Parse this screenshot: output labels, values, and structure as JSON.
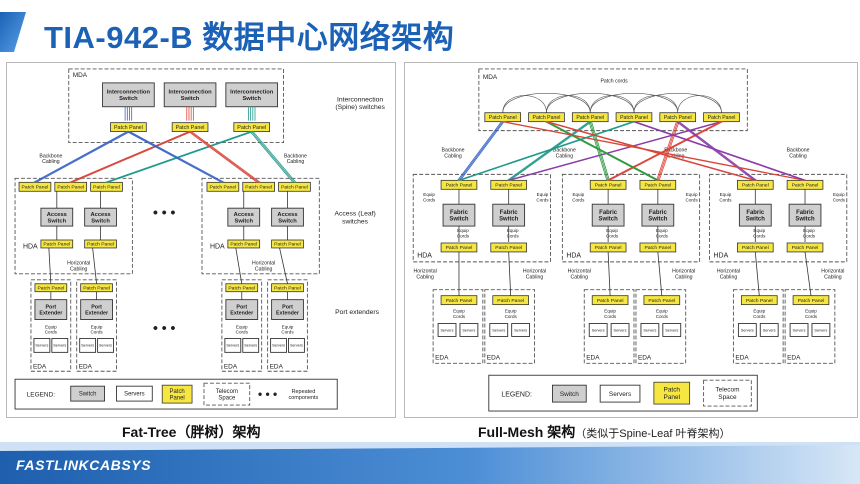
{
  "title": "TIA-942-B 数据中心网络架构",
  "brand": "FASTLINKCABSYS",
  "left": {
    "caption_main": "Fat-Tree（胖树）架构",
    "mda": "MDA",
    "hda": "HDA",
    "eda": "EDA",
    "interconnection_switch": "Interconnection\nSwitch",
    "patch_panel": "Patch Panel",
    "access_switch": "Access\nSwitch",
    "port_extender": "Port\nExtender",
    "equip_cords": "Equip\nCords",
    "servers": "Servers",
    "backbone_cabling": "Backbone\nCabling",
    "horizontal_cabling": "Horizontal\nCabling",
    "ellipsis": "• • •",
    "tier_spine": "Interconnection\n(Spine) switches",
    "tier_leaf": "Access (Leaf)\nswitches",
    "tier_port": "Port extenders",
    "legend": {
      "title": "LEGEND:",
      "switch": "Switch",
      "servers": "Servers",
      "patch_panel": "Patch\nPanel",
      "telecom_space": "Telecom\nSpace",
      "repeated": "Repeated\ncomponents",
      "dots": "• • •"
    }
  },
  "right": {
    "caption_main": "Full-Mesh 架构",
    "caption_sub": "（类似于Spine-Leaf 叶脊架构）",
    "mda": "MDA",
    "hda": "HDA",
    "eda": "EDA",
    "patch_cords": "Patch cords",
    "patch_panel": "Patch Panel",
    "fabric_switch": "Fabric\nSwitch",
    "equip_cords": "Equip\nCords",
    "servers": "Servers",
    "backbone_cabling": "Backbone\nCabling",
    "horizontal_cabling": "Horizontal\nCabling",
    "legend": {
      "title": "LEGEND:",
      "switch": "Switch",
      "servers": "Servers",
      "patch_panel": "Patch\nPanel",
      "telecom_space": "Telecom\nSpace"
    }
  },
  "colors": {
    "title": "#1b62b6",
    "patch_panel": "#f5e642",
    "switch_fill": "#cfcfcf",
    "cable_blue": "#3a63c8",
    "cable_red": "#d9453a",
    "cable_teal": "#1f9a8a",
    "cable_purple": "#8a3ca8",
    "cable_green": "#2e9a3e",
    "footer": "#2b6fc0"
  }
}
